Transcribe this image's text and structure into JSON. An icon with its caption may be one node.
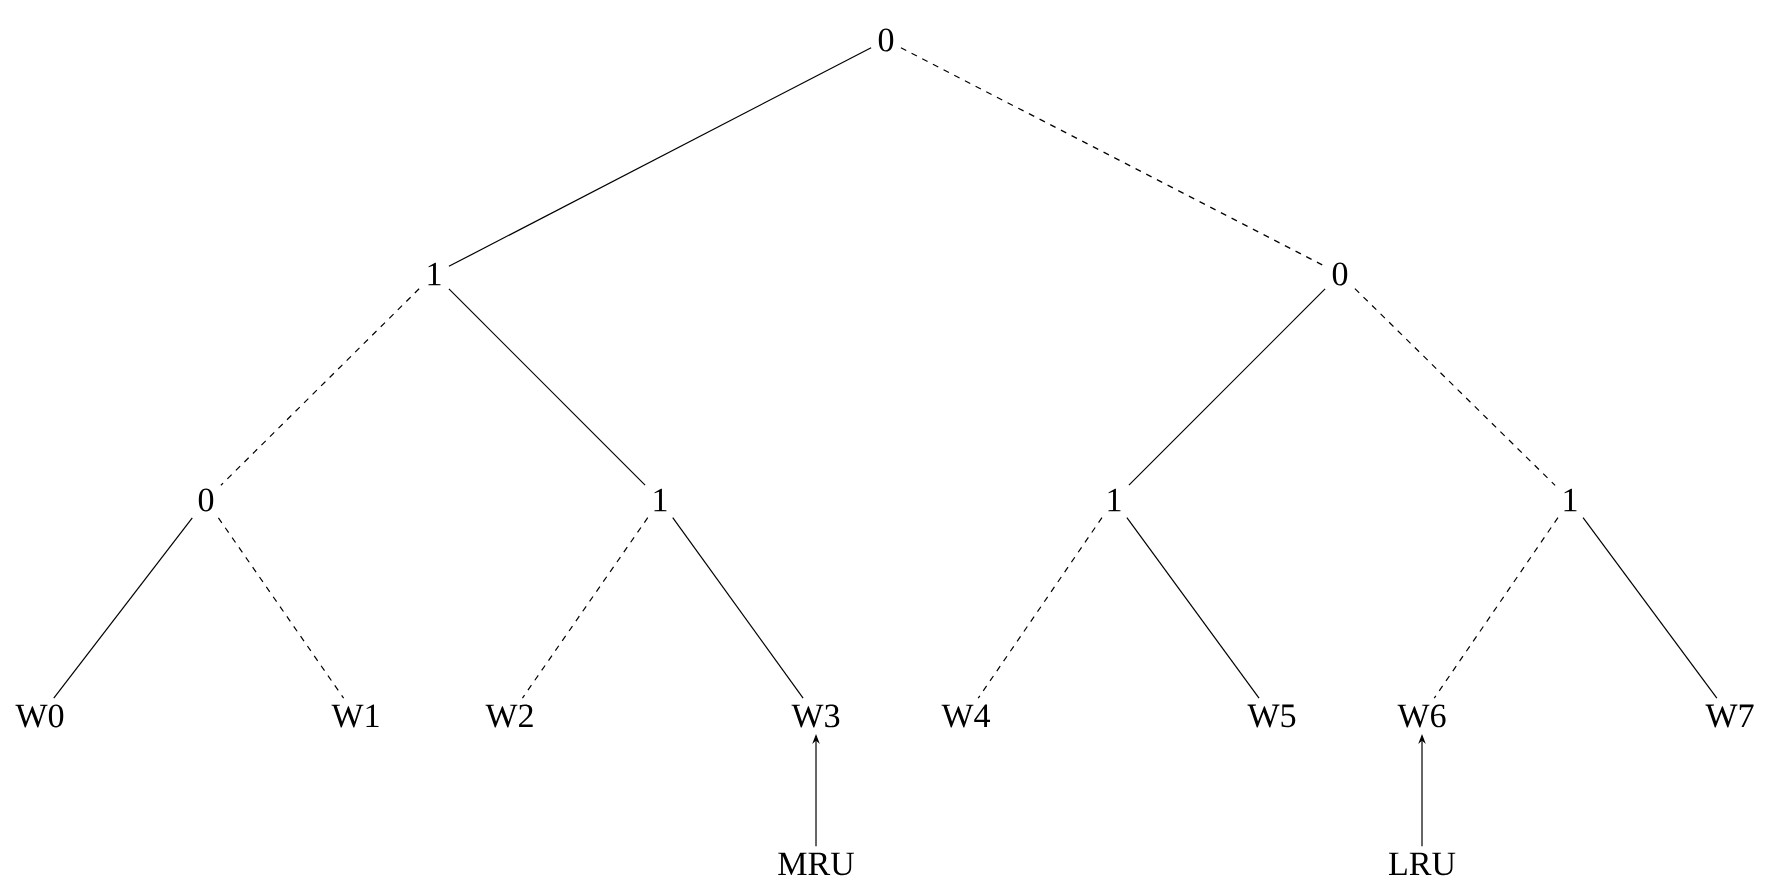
{
  "diagram": {
    "nodes": [
      {
        "text": [
          "0"
        ]
      },
      {
        "text": [
          "1"
        ]
      },
      {
        "text": [
          "0"
        ]
      },
      {
        "text": [
          "0"
        ]
      },
      {
        "text": [
          "1"
        ]
      },
      {
        "text": [
          "1"
        ]
      },
      {
        "text": [
          "1"
        ]
      },
      {
        "text": [
          "W0"
        ]
      },
      {
        "text": [
          "W1"
        ]
      },
      {
        "text": [
          "W2"
        ]
      },
      {
        "text": [
          "W3"
        ]
      },
      {
        "text": [
          "W4"
        ]
      },
      {
        "text": [
          "W5"
        ]
      },
      {
        "text": [
          "W6"
        ]
      },
      {
        "text": [
          "W7"
        ]
      },
      {
        "text": [
          "MRU"
        ]
      },
      {
        "text": [
          "LRU"
        ]
      }
    ],
    "edges": [
      {
        "from": 0,
        "to": 1,
        "arrow": "none"
      },
      {
        "from": 0,
        "to": 2,
        "arrow": "none",
        "style": "dashed"
      },
      {
        "from": 1,
        "to": 3,
        "arrow": "none",
        "style": "dashed"
      },
      {
        "from": 1,
        "to": 4,
        "arrow": "none"
      },
      {
        "from": 2,
        "to": 5,
        "arrow": "none"
      },
      {
        "from": 2,
        "to": 6,
        "arrow": "none",
        "style": "dashed"
      },
      {
        "from": 3,
        "to": 7,
        "arrow": "none"
      },
      {
        "from": 3,
        "to": 8,
        "arrow": "none",
        "style": "dashed"
      },
      {
        "from": 4,
        "to": 9,
        "arrow": "none",
        "style": "dashed"
      },
      {
        "from": 4,
        "to": 10,
        "arrow": "none"
      },
      {
        "from": 5,
        "to": 11,
        "arrow": "none",
        "style": "dashed"
      },
      {
        "from": 5,
        "to": 12,
        "arrow": "none"
      },
      {
        "from": 6,
        "to": 13,
        "arrow": "none",
        "style": "dashed"
      },
      {
        "from": 6,
        "to": 14,
        "arrow": "none"
      },
      {
        "from": 15,
        "to": 10,
        "arrow": "to"
      },
      {
        "from": 16,
        "to": 13,
        "arrow": "to"
      }
    ]
  }
}
